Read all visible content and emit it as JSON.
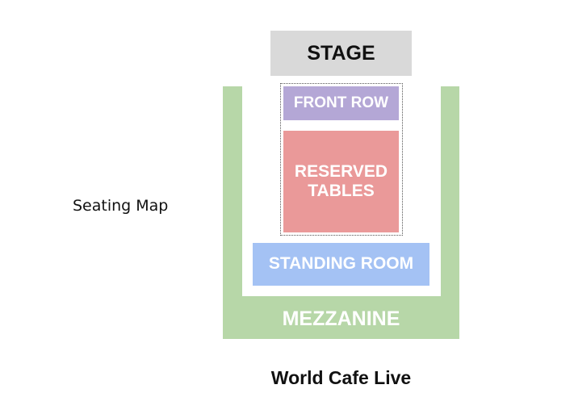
{
  "label": "Seating Map",
  "venue": "World Cafe Live",
  "sections": {
    "stage": "STAGE",
    "front_row": "FRONT ROW",
    "reserved_tables": "RESERVED TABLES",
    "standing_room": "STANDING ROOM",
    "mezzanine": "MEZZANINE"
  },
  "colors": {
    "stage": "#d9d9d9",
    "front_row": "#b4a7d6",
    "reserved_tables": "#ea9999",
    "standing_room": "#a4c2f4",
    "mezzanine": "#b7d7a8"
  }
}
